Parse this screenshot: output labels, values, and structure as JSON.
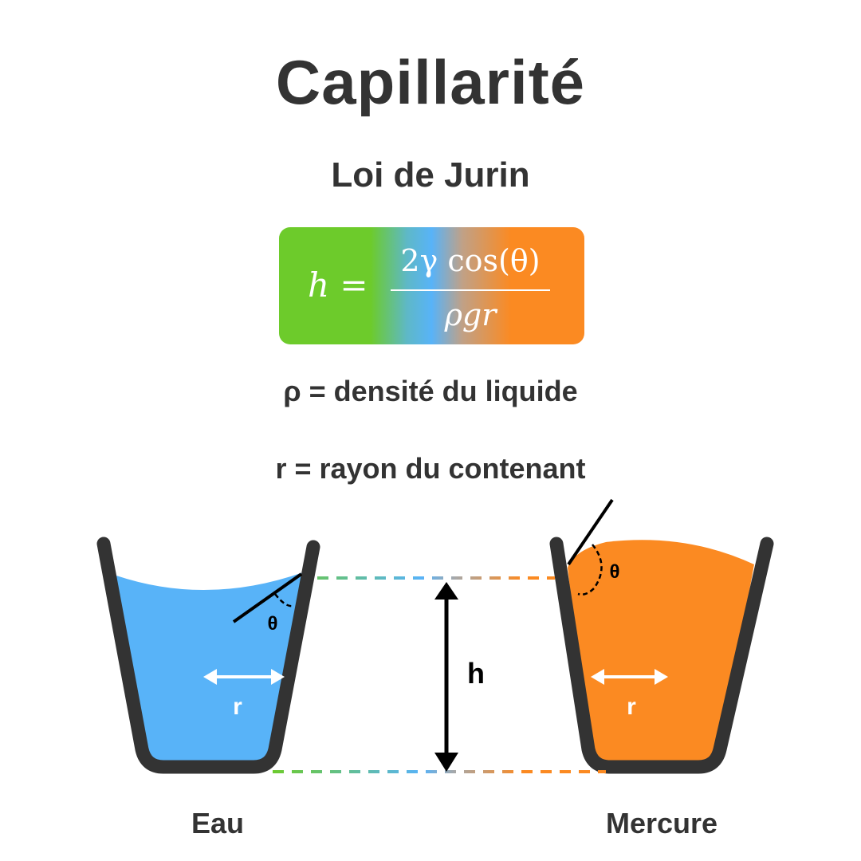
{
  "title": "Capillarité",
  "subtitle": "Loi de Jurin",
  "formula": {
    "lhs": "h =",
    "numerator": "2γ cos(θ)",
    "denominator": "ρgr"
  },
  "definitions": {
    "rho": "ρ = densité du liquide",
    "r": "r = rayon du contenant"
  },
  "diagram": {
    "water": {
      "label": "Eau",
      "angle_label": "θ",
      "radius_label": "r",
      "color": "#58b3f8"
    },
    "mercury": {
      "label": "Mercure",
      "angle_label": "θ",
      "radius_label": "r",
      "color": "#fb8a22"
    },
    "height_label": "h",
    "colors": {
      "container": "#333333",
      "green": "#6dcb2b",
      "blue": "#58b3f8",
      "orange": "#fb8a22",
      "arrow": "#000000"
    }
  }
}
